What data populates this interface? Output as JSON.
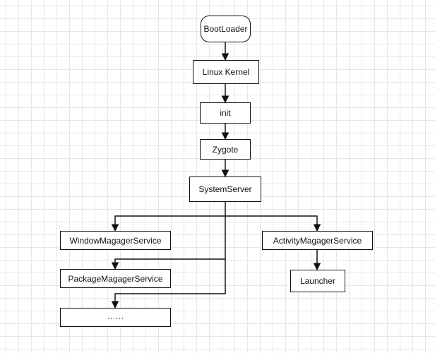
{
  "diagram": {
    "nodes": [
      {
        "id": "bootloader",
        "label": "BootLoader",
        "shape": "rounded"
      },
      {
        "id": "kernel",
        "label": "Linux Kernel",
        "shape": "rect"
      },
      {
        "id": "init",
        "label": "init",
        "shape": "rect"
      },
      {
        "id": "zygote",
        "label": "Zygote",
        "shape": "rect"
      },
      {
        "id": "systemserver",
        "label": "SystemServer",
        "shape": "rect"
      },
      {
        "id": "wms",
        "label": "WindowMagagerService",
        "shape": "rect"
      },
      {
        "id": "pms",
        "label": "PackageMagagerService",
        "shape": "rect"
      },
      {
        "id": "more",
        "label": "······",
        "shape": "rect"
      },
      {
        "id": "ams",
        "label": "ActivityMagagerService",
        "shape": "rect"
      },
      {
        "id": "launcher",
        "label": "Launcher",
        "shape": "rect"
      }
    ],
    "edges": [
      {
        "from": "bootloader",
        "to": "kernel"
      },
      {
        "from": "kernel",
        "to": "init"
      },
      {
        "from": "init",
        "to": "zygote"
      },
      {
        "from": "zygote",
        "to": "systemserver"
      },
      {
        "from": "systemserver",
        "to": "wms"
      },
      {
        "from": "systemserver",
        "to": "pms"
      },
      {
        "from": "systemserver",
        "to": "more"
      },
      {
        "from": "systemserver",
        "to": "ams"
      },
      {
        "from": "ams",
        "to": "launcher"
      }
    ],
    "colors": {
      "stroke": "#111111",
      "node_fill": "#ffffff",
      "grid": "#e6e6e6"
    }
  }
}
